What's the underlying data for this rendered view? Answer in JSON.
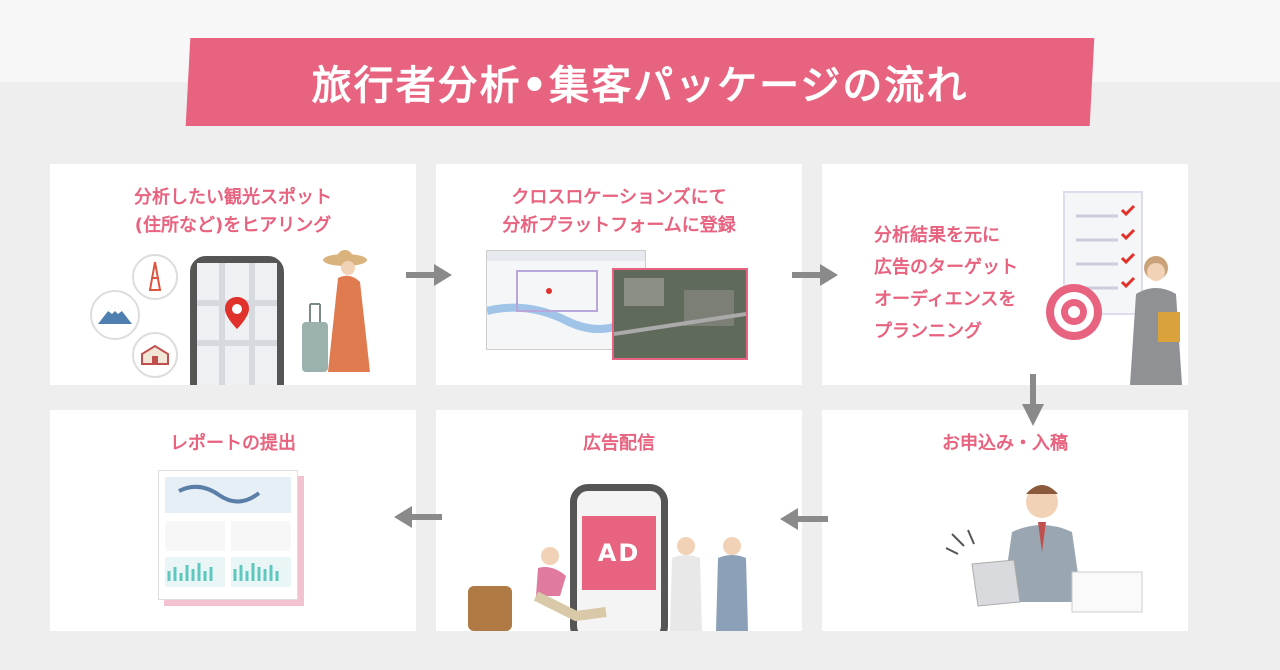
{
  "page": {
    "title": "旅行者分析•集客パッケージの流れ"
  },
  "steps": [
    {
      "lines": [
        "分析したい観光スポット",
        "(住所など)をヒアリング"
      ]
    },
    {
      "lines": [
        "クロスロケーションズにて",
        "分析プラットフォームに登録"
      ]
    },
    {
      "lines": [
        "分析結果を元に",
        "広告のターゲット",
        "オーディエンスを",
        "プランニング"
      ]
    },
    {
      "lines": [
        "お申込み・入稿"
      ]
    },
    {
      "lines": [
        "広告配信"
      ],
      "ad_label": "AD"
    },
    {
      "lines": [
        "レポートの提出"
      ]
    }
  ],
  "colors": {
    "accent": "#e8637f",
    "arrow": "#8a8a8a",
    "background": "#eeeeee",
    "card": "#ffffff"
  },
  "icons": [
    "map-pin-icon",
    "tokyo-tower-icon",
    "mount-fuji-icon",
    "clock-tower-icon",
    "checklist-icon",
    "target-icon",
    "arrow-right-icon",
    "arrow-down-icon",
    "arrow-left-icon"
  ]
}
